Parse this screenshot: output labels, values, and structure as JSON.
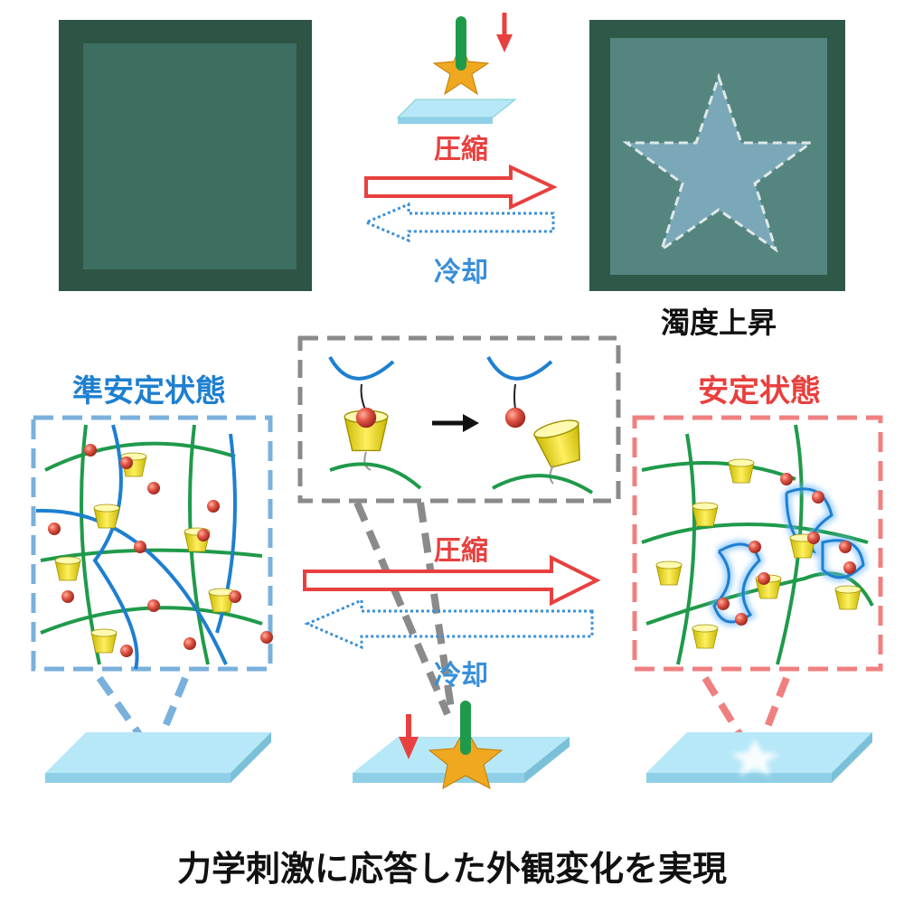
{
  "top": {
    "compress_label": "圧縮",
    "cool_label": "冷却",
    "turbidity_label": "濁度上昇"
  },
  "middle": {
    "metastable_label": "準安定状態",
    "stable_label": "安定状態",
    "compress_label": "圧縮",
    "cool_label": "冷却"
  },
  "caption": "力学刺激に応答した外観変化を実現",
  "colors": {
    "red": "#e8403e",
    "blue": "#3a8fd8",
    "gray": "#8a8a8a",
    "polymer_green": "#1f9a4a",
    "polymer_blue": "#1e7fd0",
    "host_yellow": "#f0e020",
    "guest_red": "#e05545"
  }
}
